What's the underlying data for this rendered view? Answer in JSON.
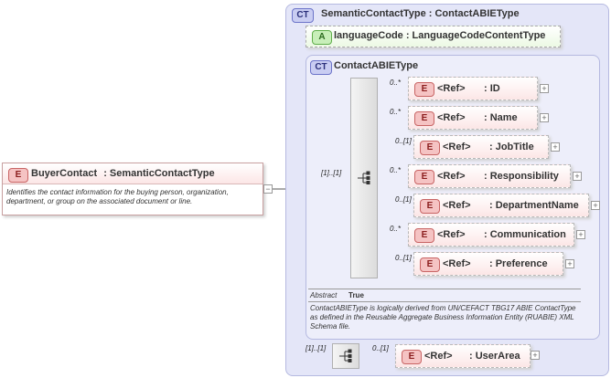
{
  "root": {
    "badge": "E",
    "name": "BuyerContact",
    "type": ": SemanticContactType",
    "description": "Identifies the contact information for the buying person, organization, department, or group on the associated document or line."
  },
  "outer_type": {
    "badge": "CT",
    "title": "SemanticContactType : ContactABIEType"
  },
  "attribute": {
    "badge": "A",
    "label": "languageCode : LanguageCodeContentType"
  },
  "inner_type": {
    "badge": "CT",
    "title": "ContactABIEType",
    "sequence_occurrence": "[1]..[1]",
    "abstract_label": "Abstract",
    "abstract_value": "True",
    "description": "ContactABIEType is logically derived from UN/CEFACT TBG17 ABIE ContactType as defined in the Reusable Aggregate Business Information Entity (RUABIE) XML Schema file."
  },
  "children": [
    {
      "occurrence": "0..*",
      "badge": "E",
      "ref": "<Ref>",
      "name": ": ID"
    },
    {
      "occurrence": "0..*",
      "badge": "E",
      "ref": "<Ref>",
      "name": ": Name"
    },
    {
      "occurrence": "0..[1]",
      "badge": "E",
      "ref": "<Ref>",
      "name": ": JobTitle"
    },
    {
      "occurrence": "0..*",
      "badge": "E",
      "ref": "<Ref>",
      "name": ": Responsibility"
    },
    {
      "occurrence": "0..[1]",
      "badge": "E",
      "ref": "<Ref>",
      "name": ": DepartmentName"
    },
    {
      "occurrence": "0..*",
      "badge": "E",
      "ref": "<Ref>",
      "name": ": Communication"
    },
    {
      "occurrence": "0..[1]",
      "badge": "E",
      "ref": "<Ref>",
      "name": ": Preference"
    }
  ],
  "bottom": {
    "sequence_occurrence": "[1]..[1]",
    "element": {
      "occurrence": "0..[1]",
      "badge": "E",
      "ref": "<Ref>",
      "name": ": UserArea"
    }
  },
  "expand_symbol": "+",
  "collapse_symbol": "−",
  "colors": {
    "element_fill": "#fce6e6",
    "type_box_fill": "#e4e6f8",
    "attribute_fill": "#ecf9e4"
  }
}
